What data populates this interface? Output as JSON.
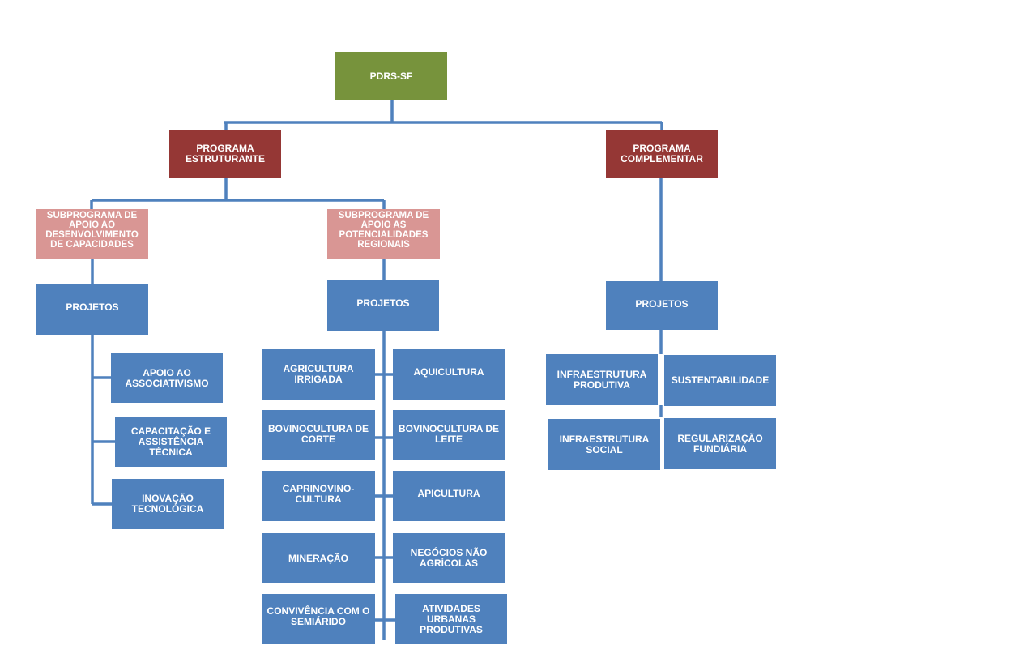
{
  "root": {
    "label": "PDRS-SF"
  },
  "programs": {
    "estruturante": {
      "label": "PROGRAMA\nESTRUTURANTE"
    },
    "complementar": {
      "label": "PROGRAMA\nCOMPLEMENTAR"
    }
  },
  "subprograms": {
    "capacidades": {
      "label": "SUBPROGRAMA  DE\nAPOIO AO\nDESENVOLVIMENTO\nDE CAPACIDADES"
    },
    "potencialidades": {
      "label": "SUBPROGRAMA DE\nAPOIO AS\nPOTENCIALIDADES\nREGIONAIS"
    }
  },
  "projects_label": "PROJETOS",
  "projects": {
    "capacidades": [
      "APOIO AO\nASSOCIATIVISMO",
      "CAPACITAÇÃO E\nASSISTÊNCIA TÉCNICA",
      "INOVAÇÃO\nTECNOLÓGICA"
    ],
    "potencialidades_left": [
      "AGRICULTURA\nIRRIGADA",
      "BOVINOCULTURA DE\nCORTE",
      "CAPRINOVINO-\nCULTURA",
      "MINERAÇÃO",
      "CONVIVÊNCIA COM O\nSEMIÁRIDO"
    ],
    "potencialidades_right": [
      "AQUICULTURA",
      "BOVINOCULTURA DE\nLEITE",
      "APICULTURA",
      "NEGÓCIOS NÃO\nAGRÍCOLAS",
      "ATIVIDADES\nURBANAS\nPRODUTIVAS"
    ],
    "complementar": [
      "INFRAESTRUTURA\nPRODUTIVA",
      "SUSTENTABILIDADE",
      "INFRAESTRUTURA\nSOCIAL",
      "REGULARIZAÇÃO\nFUNDIÁRIA"
    ]
  },
  "colors": {
    "root": "#77933c",
    "program": "#953735",
    "subprogram": "#d99694",
    "project": "#4f81bd",
    "connector": "#4f81bd"
  }
}
